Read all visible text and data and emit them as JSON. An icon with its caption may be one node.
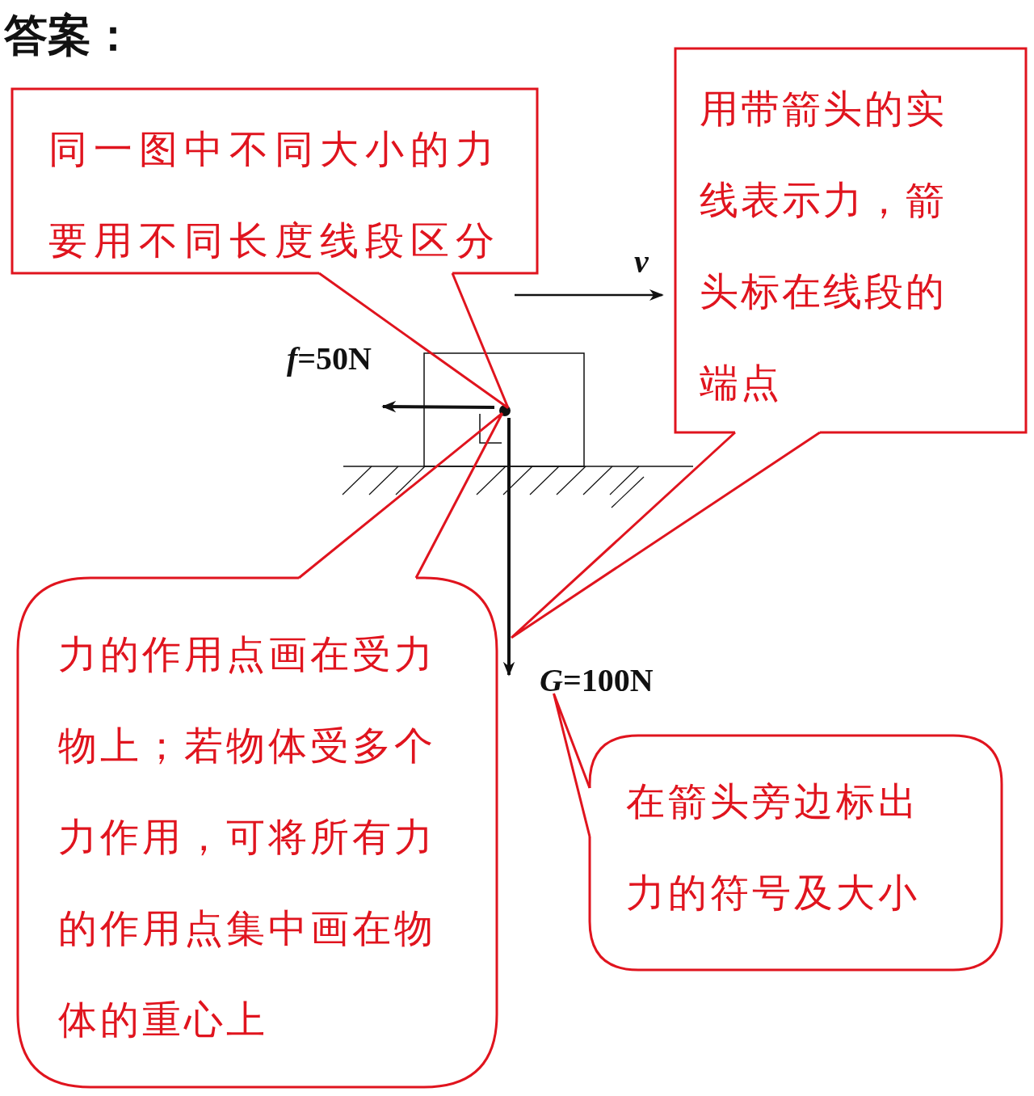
{
  "diagram": {
    "title": "答案：",
    "nodes": [
      {
        "text": [
          "同一图中不同大小的力要用不同长度线段区分"
        ]
      },
      {
        "text": [
          "用带箭头的实线表示力，箭头标在线段的端点"
        ]
      },
      {
        "text": [
          "力的作用点画在受力物上；若物体受多个力作用，可将所有力的作用点集中画在物体的重心上"
        ]
      },
      {
        "text": [
          "在箭头旁边标出力的符号及大小"
        ]
      },
      {
        "text": [],
        "shape": "circle"
      },
      {
        "text": [],
        "shape": "arrow"
      },
      {
        "text": [
          "*G*=100N"
        ]
      }
    ],
    "edges": [
      {
        "from": 0,
        "to": 4,
        "arrow": "none"
      },
      {
        "from": 1,
        "to": 5,
        "arrow": "none"
      },
      {
        "from": 2,
        "to": 4,
        "arrow": "none"
      },
      {
        "from": 3,
        "to": 6,
        "arrow": "none"
      }
    ],
    "labels": [
      "v",
      "*f*=50N"
    ]
  }
}
